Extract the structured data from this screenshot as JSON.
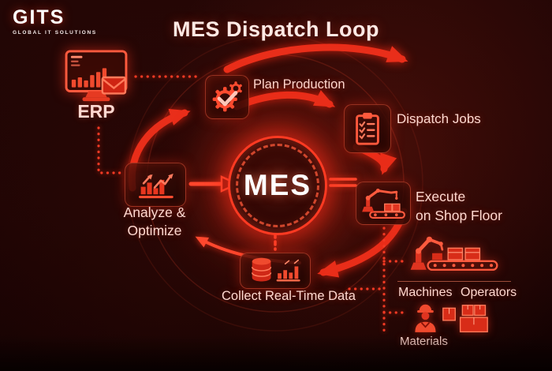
{
  "brand": {
    "name": "GITS",
    "tagline": "GLOBAL IT SOLUTIONS"
  },
  "title": "MES Dispatch Loop",
  "center": {
    "label": "MES"
  },
  "nodes": {
    "erp": {
      "label": "ERP"
    },
    "plan": {
      "label": "Plan Production"
    },
    "dispatch": {
      "label": "Dispatch Jobs"
    },
    "execute": {
      "line1": "Execute",
      "line2": "on Shop Floor"
    },
    "collect": {
      "label": "Collect Real-Time Data"
    },
    "analyze": {
      "line1": "Analyze &",
      "line2": "Optimize"
    }
  },
  "resources": {
    "machines": {
      "label": "Machines"
    },
    "operators": {
      "label": "Operators"
    },
    "materials": {
      "label": "Materials"
    }
  },
  "icons": {
    "erp": "monitor-bar-chart-mail-icon",
    "plan": "gears-check-icon",
    "dispatch": "clipboard-checklist-icon",
    "execute": "robot-arm-conveyor-icon",
    "collect": "database-bars-icon",
    "analyze": "bar-chart-trend-icon",
    "machines": "robot-arm-conveyor-boxes-icon",
    "materials_worker": "worker-hard-hat-icon",
    "materials_boxes": "stacked-crates-icon"
  },
  "colors": {
    "accent": "#ff3b28",
    "arrow": "#e92e1a",
    "glow": "#ff2a14",
    "label_text": "#ffd9d1",
    "title_text": "#ffe9e4",
    "background": "#1d0404"
  }
}
